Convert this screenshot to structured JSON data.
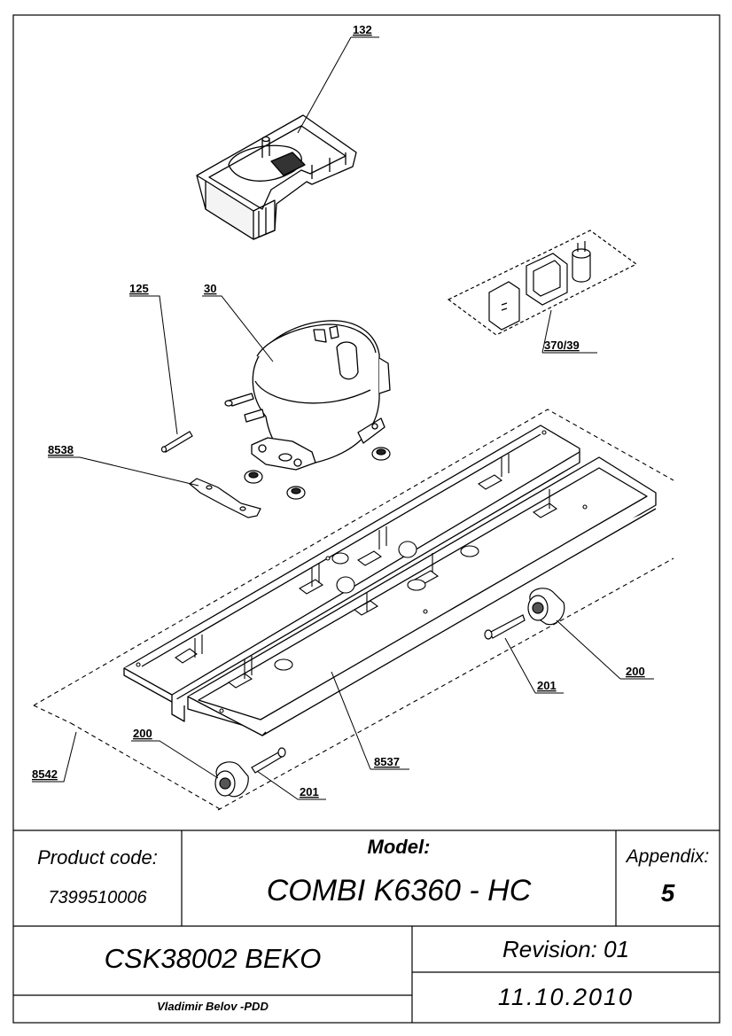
{
  "drawing": {
    "part_labels": {
      "lid": "132",
      "compressor": "30",
      "pin": "125",
      "clip": "8538",
      "electrical_kit": "370/39",
      "wheel_left": "200",
      "wheel_right": "200",
      "bolt_left": "201",
      "bolt_right": "201",
      "front_rail": "8537",
      "frame_assembly": "8542"
    }
  },
  "title_block": {
    "product_code_label": "Product code:",
    "product_code_value": "7399510006",
    "model_label": "Model:",
    "model_value": "COMBI K6360 - HC",
    "appendix_label": "Appendix:",
    "appendix_value": "5",
    "sheet_code": "CSK38002 BEKO",
    "revision": "Revision: 01",
    "author": "Vladimir Belov -PDD",
    "date": "11.10.2010"
  }
}
